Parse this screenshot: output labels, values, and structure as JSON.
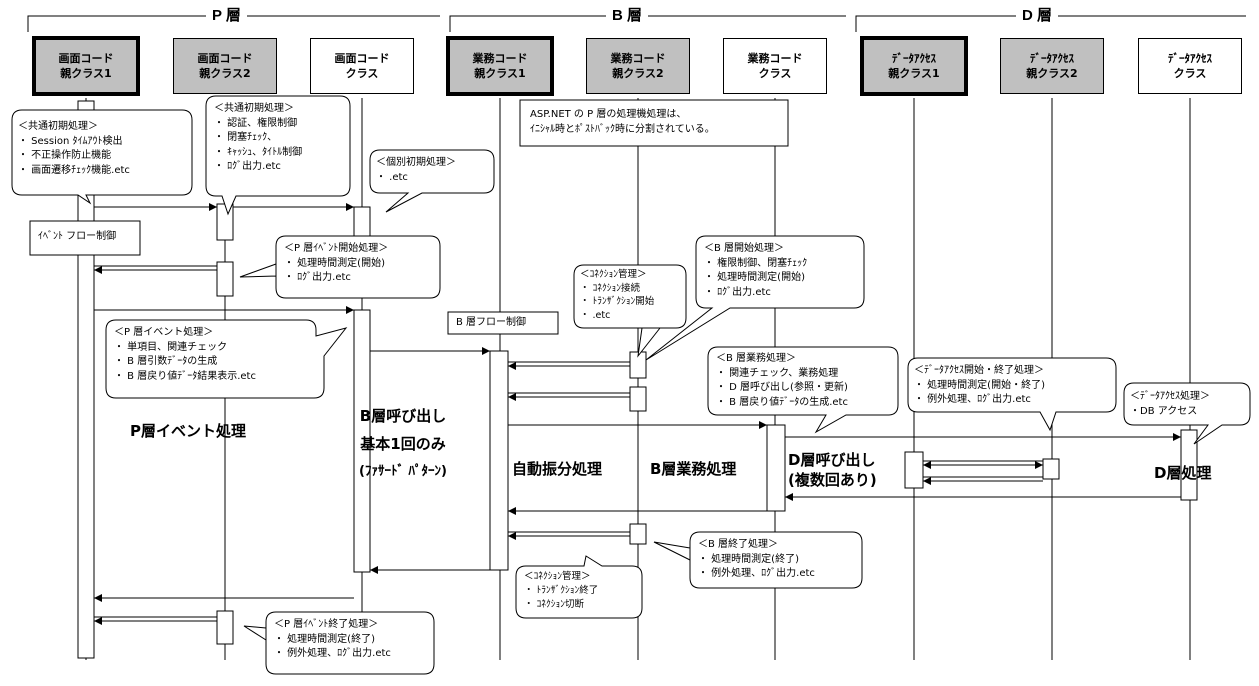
{
  "layers": {
    "p": "P 層",
    "b": "B 層",
    "d": "D 層"
  },
  "headers": [
    [
      "画面コード",
      "親クラス1"
    ],
    [
      "画面コード",
      "親クラス2"
    ],
    [
      "画面コード",
      "クラス"
    ],
    [
      "業務コード",
      "親クラス1"
    ],
    [
      "業務コード",
      "親クラス2"
    ],
    [
      "業務コード",
      "クラス"
    ],
    [
      "ﾃﾞｰﾀｱｸｾｽ",
      "親クラス1"
    ],
    [
      "ﾃﾞｰﾀｱｸｾｽ",
      "親クラス2"
    ],
    [
      "ﾃﾞｰﾀｱｸｾｽ",
      "クラス"
    ]
  ],
  "notes": {
    "p_common_init": [
      "＜共通初期処理＞",
      "・ Session ﾀｲﾑｱｳﾄ検出",
      "・ 不正操作防止機能",
      "・ 画面遷移ﾁｪｯｸ機能.etc"
    ],
    "p_common_init2": [
      "＜共通初期処理＞",
      "・ 認証、権限制御",
      "・ 閉塞ﾁｪｯｸ、",
      "・ ｷｬｯｼｭ、ﾀｲﾄﾙ制御",
      "・ ﾛｸﾞ出力.etc"
    ],
    "individual_init": [
      "＜個別初期処理＞",
      "・ .etc"
    ],
    "aspnet_note": [
      "ASP.NET の P 層の処理機処理は、",
      "ｲﾆｼｬﾙ時とﾎﾟｽﾄﾊﾞｯｸ時に分割されている。"
    ],
    "p_event_start": [
      "＜P 層ｲﾍﾞﾝﾄ開始処理＞",
      "・ 処理時間測定(開始)",
      "・ ﾛｸﾞ出力.etc"
    ],
    "connection_mgmt": [
      "＜ｺﾈｸｼｮﾝ管理＞",
      "・ ｺﾈｸｼｮﾝ接続",
      "・ ﾄﾗﾝｻﾞｸｼｮﾝ開始",
      "・ .etc"
    ],
    "b_start": [
      "＜B 層開始処理＞",
      "・ 権限制御、閉塞ﾁｪｯｸ",
      "・ 処理時間測定(開始)",
      "・ ﾛｸﾞ出力.etc"
    ],
    "p_event": [
      "＜P 層イベント処理＞",
      "・ 単項目、関連チェック",
      "・ B 層引数ﾃﾞｰﾀの生成",
      "・ B 層戻り値ﾃﾞｰﾀ結果表示.etc"
    ],
    "b_business": [
      "＜B 層業務処理＞",
      "・ 関連チェック、業務処理",
      "・ D 層呼び出し(参照・更新)",
      "・ B 層戻り値ﾃﾞｰﾀの生成.etc"
    ],
    "d_start_end": [
      "＜ﾃﾞｰﾀｱｸｾｽ開始・終了処理＞",
      "・ 処理時間測定(開始・終了)",
      "・ 例外処理、ﾛｸﾞ出力.etc"
    ],
    "d_process": [
      "＜ﾃﾞｰﾀｱｸｾｽ処理＞",
      "・DB アクセス"
    ],
    "b_end": [
      "＜B 層終了処理＞",
      "・ 処理時間測定(終了)",
      "・ 例外処理、ﾛｸﾞ出力.etc"
    ],
    "connection_mgmt2": [
      "＜ｺﾈｸｼｮﾝ管理＞",
      "・ ﾄﾗﾝｻﾞｸｼｮﾝ終了",
      "・ ｺﾈｸｼｮﾝ切断"
    ],
    "p_event_end": [
      "＜P 層ｲﾍﾞﾝﾄ終了処理＞",
      "・ 処理時間測定(終了)",
      "・ 例外処理、ﾛｸﾞ出力.etc"
    ]
  },
  "tags": {
    "event_flow": "ｲﾍﾞﾝﾄ フロー制御",
    "b_flow": "B 層フロー制御"
  },
  "labels": {
    "p_event_process": "P層イベント処理",
    "b_call": [
      "B層呼び出し",
      "基本1回のみ",
      "(ﾌｧｻｰﾄﾞ ﾊﾟﾀｰﾝ)"
    ],
    "auto_dispatch": "自動振分処理",
    "b_business_process": "B層業務処理",
    "d_call": [
      "D層呼び出し",
      "(複数回あり)"
    ],
    "d_process": "D層処理"
  }
}
